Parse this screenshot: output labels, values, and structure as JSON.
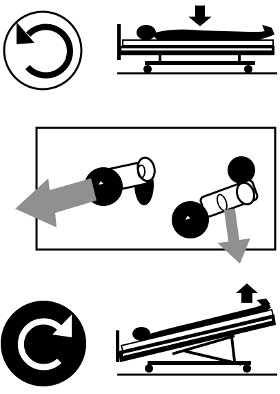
{
  "figure": {
    "panels": [
      {
        "icon": "rotate-counterclockwise-icon",
        "style": "outline",
        "bed_position": "flat",
        "arrow": "down"
      },
      {
        "icon": "crank-mechanism-icon",
        "arrows": [
          "pull-left",
          "turn-down"
        ]
      },
      {
        "icon": "rotate-clockwise-icon",
        "style": "filled",
        "bed_position": "tilted",
        "arrow": "up"
      }
    ]
  },
  "colors": {
    "ink": "#000000",
    "paper": "#ffffff",
    "arrow_gray": "#909090"
  }
}
